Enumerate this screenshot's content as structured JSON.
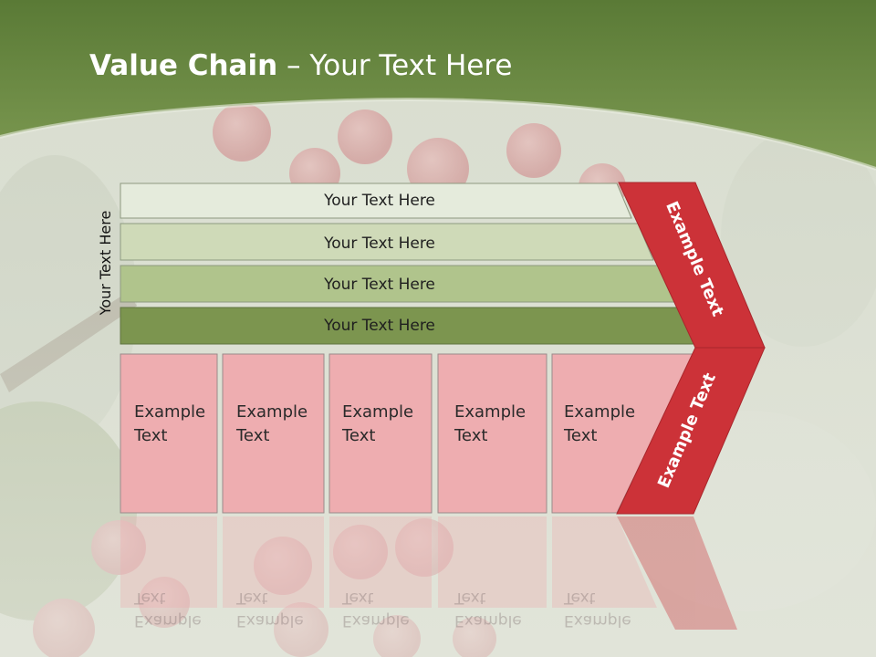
{
  "title": {
    "bold": "Value Chain",
    "rest": " – Your Text Here"
  },
  "side_label": "Your Text Here",
  "rows": [
    {
      "label": "Your Text Here"
    },
    {
      "label": "Your Text Here"
    },
    {
      "label": "Your Text Here"
    },
    {
      "label": "Your Text Here"
    }
  ],
  "boxes": [
    {
      "line1": "Example",
      "line2": "Text"
    },
    {
      "line1": "Example",
      "line2": "Text"
    },
    {
      "line1": "Example",
      "line2": "Text"
    },
    {
      "line1": "Example",
      "line2": "Text"
    },
    {
      "line1": "Example",
      "line2": "Text"
    }
  ],
  "chevron": {
    "top_label": "Example Text",
    "bottom_label": "Example Text"
  },
  "colors": {
    "header_green": "#6d8a45",
    "row1": "#e5ebdc",
    "row2": "#cfdab8",
    "row3": "#b0c48c",
    "row4": "#7c954f",
    "box_pink": "#eeadb0",
    "chevron_red": "#cc3238"
  }
}
